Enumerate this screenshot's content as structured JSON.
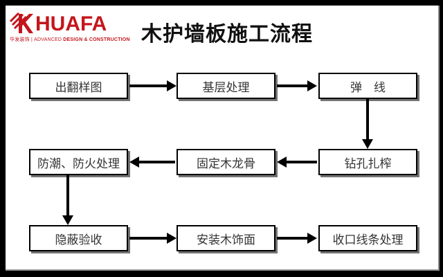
{
  "frame": {
    "bg": "#000000",
    "slide_bg": "#ffffff"
  },
  "logo": {
    "mark_icon": "huafa-k-mark",
    "word": "HUAFA",
    "tagline_cn": "华发装饰",
    "tagline_sep": "|",
    "tagline_en_regular": "ADVANCED",
    "tagline_en_bold": "DESIGN & CONSTRUCTION",
    "brand_color": "#c4161c"
  },
  "title": "木护墙板施工流程",
  "flowchart": {
    "nodes": [
      {
        "id": "step-1",
        "label": "出翻样图"
      },
      {
        "id": "step-2",
        "label": "基层处理"
      },
      {
        "id": "step-3",
        "label": "弹　线"
      },
      {
        "id": "step-4",
        "label": "钻孔扎榨"
      },
      {
        "id": "step-5",
        "label": "固定木龙骨"
      },
      {
        "id": "step-6",
        "label": "防潮、防火处理"
      },
      {
        "id": "step-7",
        "label": "隐蔽验收"
      },
      {
        "id": "step-8",
        "label": "安装木饰面"
      },
      {
        "id": "step-9",
        "label": "收口线条处理"
      }
    ],
    "arrows": [
      {
        "from": "出翻样图",
        "to": "基层处理",
        "dir": "right"
      },
      {
        "from": "基层处理",
        "to": "弹　线",
        "dir": "right"
      },
      {
        "from": "弹　线",
        "to": "钻孔扎榨",
        "dir": "down"
      },
      {
        "from": "钻孔扎榨",
        "to": "固定木龙骨",
        "dir": "left"
      },
      {
        "from": "固定木龙骨",
        "to": "防潮、防火处理",
        "dir": "left"
      },
      {
        "from": "防潮、防火处理",
        "to": "隐蔽验收",
        "dir": "down"
      },
      {
        "from": "隐蔽验收",
        "to": "安装木饰面",
        "dir": "right"
      },
      {
        "from": "安装木饰面",
        "to": "收口线条处理",
        "dir": "right"
      }
    ]
  }
}
